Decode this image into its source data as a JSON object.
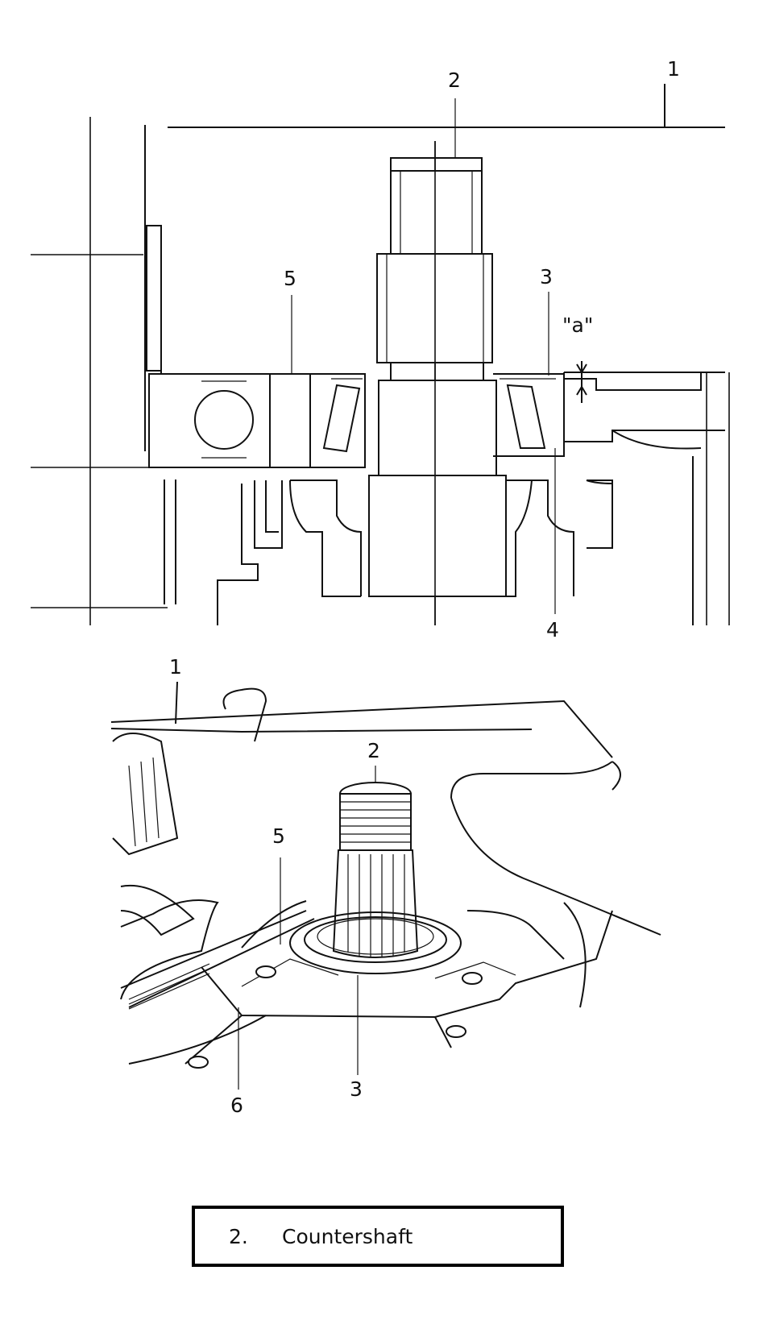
{
  "top_diagram": {
    "callouts": [
      "1",
      "2",
      "3",
      "4",
      "5"
    ],
    "dimension_label": "\"a\""
  },
  "bottom_diagram": {
    "callouts": [
      "1",
      "2",
      "3",
      "5",
      "6"
    ]
  },
  "caption": {
    "number": "2.",
    "text": "Countershaft"
  }
}
